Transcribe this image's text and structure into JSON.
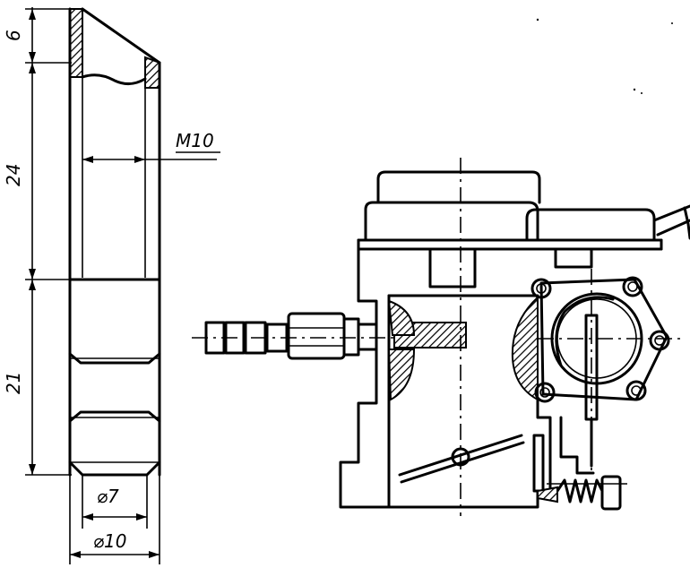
{
  "drawing": {
    "dimensions": {
      "top_height": "6",
      "middle_height": "24",
      "lower_height": "21",
      "thread": "M10",
      "inner_diameter": "⌀7",
      "outer_diameter": "⌀10"
    },
    "colors": {
      "ink": "#000000",
      "paper": "#ffffff"
    }
  }
}
